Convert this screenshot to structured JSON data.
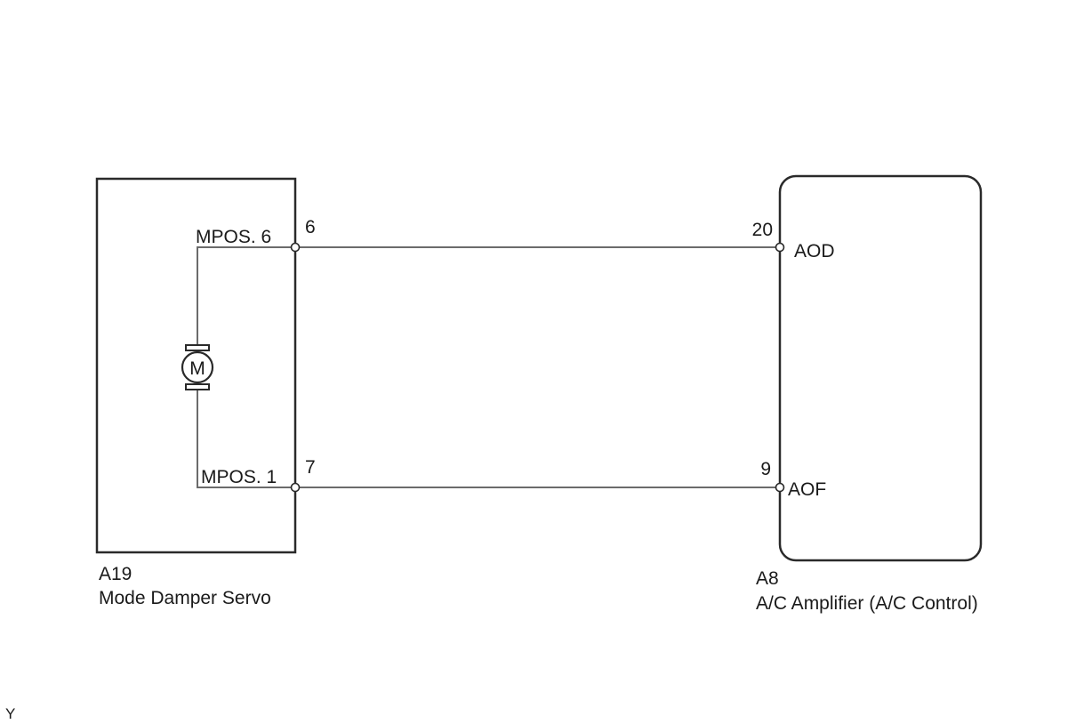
{
  "components": {
    "servo": {
      "ref": "A19",
      "name": "Mode Damper Servo",
      "pins": {
        "top": {
          "number": "6",
          "signal": "MPOS. 6"
        },
        "bottom": {
          "number": "7",
          "signal": "MPOS. 1"
        }
      },
      "motor_symbol": "M"
    },
    "amplifier": {
      "ref": "A8",
      "name": "A/C Amplifier (A/C Control)",
      "pins": {
        "top": {
          "number": "20",
          "signal": "AOD"
        },
        "bottom": {
          "number": "9",
          "signal": "AOF"
        }
      }
    }
  },
  "connections": [
    {
      "from": "A19-6",
      "to": "A8-20"
    },
    {
      "from": "A19-7",
      "to": "A8-9"
    }
  ],
  "corner_mark": "Y"
}
